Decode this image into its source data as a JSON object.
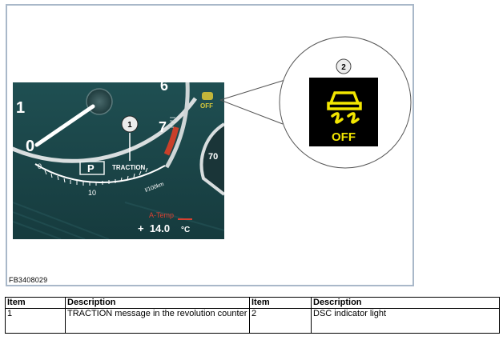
{
  "figure": {
    "id_label": "FB3408029",
    "callouts": [
      "1",
      "2"
    ],
    "cluster": {
      "tach_numbers": [
        "1",
        "0",
        "6",
        "7"
      ],
      "gauge_scale": [
        "0",
        "10"
      ],
      "gauge_unit": "l/100km",
      "gear": "P",
      "traction_message": "TRACTION",
      "temp_label": "A-Temp",
      "temp_value": "+  14.0",
      "temp_unit": "°C",
      "speed_number": "70",
      "small_indicator": "OFF"
    },
    "indicator": {
      "label": "OFF",
      "bg_color": "#000000",
      "symbol_color": "#f3e600"
    }
  },
  "legend": {
    "headers": [
      "Item",
      "Description",
      "Item",
      "Description"
    ],
    "rows": [
      [
        "1",
        "TRACTION message in the revolution counter",
        "2",
        "DSC indicator light"
      ]
    ]
  }
}
